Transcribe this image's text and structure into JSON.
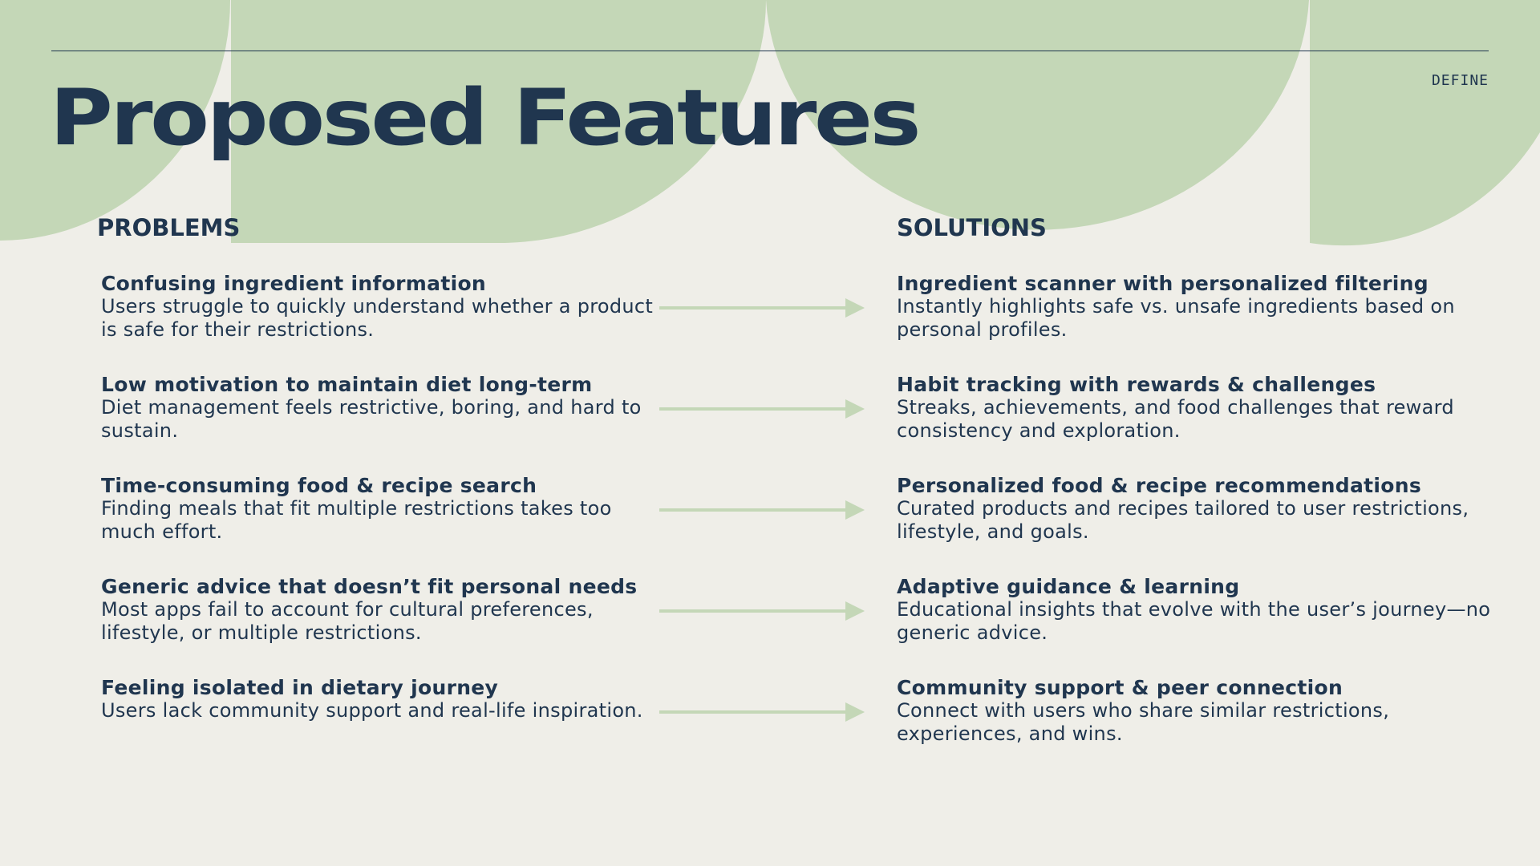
{
  "header": {
    "section_tag": "DEFINE",
    "title": "Proposed Features"
  },
  "columns": {
    "problems_heading": "PROBLEMS",
    "solutions_heading": "SOLUTIONS"
  },
  "pairs": [
    {
      "problem": {
        "title": "Confusing ingredient information",
        "desc": "Users struggle to quickly understand whether a product is safe for their restrictions."
      },
      "solution": {
        "title": "Ingredient scanner with personalized filtering",
        "desc": "Instantly highlights safe vs. unsafe ingredients based on personal profiles."
      }
    },
    {
      "problem": {
        "title": "Low motivation to maintain diet long-term",
        "desc": "Diet management feels restrictive, boring, and hard to sustain."
      },
      "solution": {
        "title": "Habit tracking with rewards & challenges",
        "desc": "Streaks, achievements, and food challenges that reward consistency and exploration."
      }
    },
    {
      "problem": {
        "title": "Time-consuming food & recipe search",
        "desc": "Finding meals that fit multiple restrictions takes too much effort."
      },
      "solution": {
        "title": "Personalized food & recipe recommendations",
        "desc": "Curated products and recipes tailored to user restrictions, lifestyle, and goals."
      }
    },
    {
      "problem": {
        "title": "Generic advice that doesn’t fit personal needs",
        "desc": "Most apps fail to account for cultural preferences, lifestyle, or multiple restrictions."
      },
      "solution": {
        "title": "Adaptive guidance & learning",
        "desc": "Educational insights that evolve with the user’s journey—no generic advice."
      }
    },
    {
      "problem": {
        "title": "Feeling isolated in dietary journey",
        "desc": "Users lack community support and real-life inspiration."
      },
      "solution": {
        "title": "Community support & peer connection",
        "desc": "Connect with users who share similar restrictions, experiences, and wins."
      }
    }
  ],
  "colors": {
    "background": "#EFEEE8",
    "accent_green": "#C4D7B7",
    "text_navy": "#20364F"
  },
  "icons": {
    "arrow": "arrow-right-icon"
  }
}
